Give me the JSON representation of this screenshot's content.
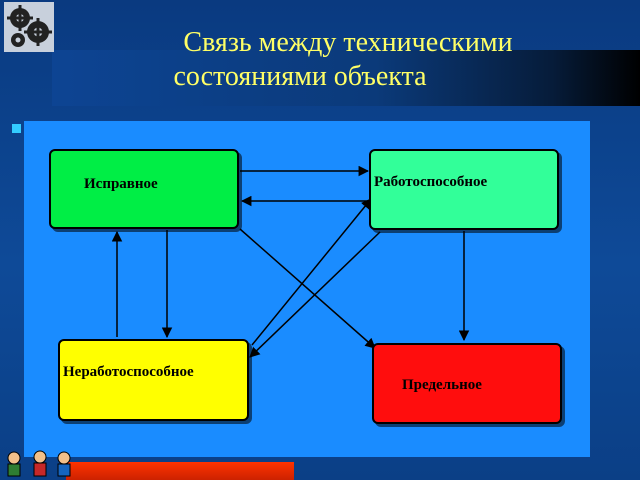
{
  "slide": {
    "title_line1": "Связь  между техническими",
    "title_line2": "состояниями объекта"
  },
  "diagram": {
    "nodes": {
      "ispravnoe": "Исправное",
      "rabotosposobnoe": "Работоспособное",
      "nerabotosposobnoe": "Неработоспособное",
      "predelnoe": "Предельное"
    },
    "colors": {
      "ispravnoe": "#00ee44",
      "rabotosposobnoe": "#33ff99",
      "nerabotosposobnoe": "#ffff00",
      "predelnoe": "#ff1111",
      "panel": "#1a8cff",
      "title": "#ffff66"
    },
    "edges": [
      {
        "from": "ispravnoe",
        "to": "rabotosposobnoe"
      },
      {
        "from": "rabotosposobnoe",
        "to": "ispravnoe"
      },
      {
        "from": "ispravnoe",
        "to": "nerabotosposobnoe"
      },
      {
        "from": "nerabotosposobnoe",
        "to": "ispravnoe"
      },
      {
        "from": "ispravnoe",
        "to": "predelnoe"
      },
      {
        "from": "rabotosposobnoe",
        "to": "predelnoe"
      },
      {
        "from": "rabotosposobnoe",
        "to": "nerabotosposobnoe"
      },
      {
        "from": "nerabotosposobnoe",
        "to": "rabotosposobnoe"
      }
    ]
  },
  "icons": [
    "gears-icon",
    "people-icon"
  ]
}
